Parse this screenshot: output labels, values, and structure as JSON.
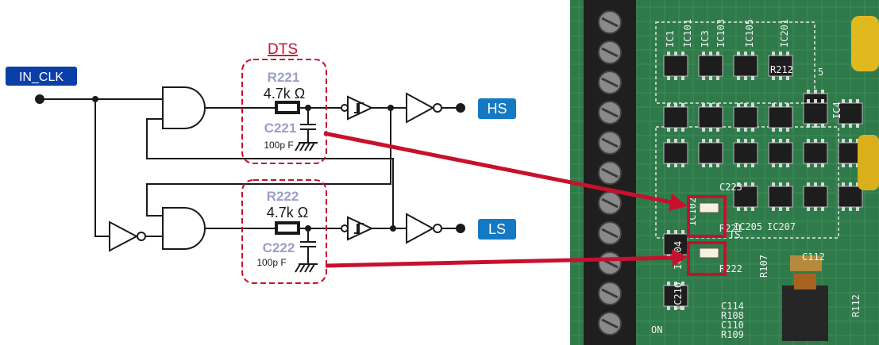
{
  "labels": {
    "input": "IN_CLK",
    "dts": "DTS",
    "out_high": "HS",
    "out_low": "LS"
  },
  "top_rc": {
    "resistor_ref": "R221",
    "resistor_value": "4.7k Ω",
    "capacitor_ref": "C221",
    "capacitor_value": "100p F"
  },
  "bottom_rc": {
    "resistor_ref": "R222",
    "resistor_value": "4.7k Ω",
    "capacitor_ref": "C222",
    "capacitor_value": "100p F"
  },
  "pcb": {
    "silkscreen": [
      "IC1",
      "IC101",
      "IC3",
      "IC103",
      "IC105",
      "R212",
      "IC201",
      "5",
      "IC4",
      "C223",
      "IC102",
      "R221",
      "IC205",
      "IC207",
      "TS",
      "IC204",
      "R222",
      "R107",
      "C112",
      "IC210",
      "C114",
      "R108",
      "C110",
      "R109",
      "ON",
      "R112"
    ]
  },
  "colors": {
    "tag_fill": "#0a5fae",
    "highlight": "#c8102e",
    "pcb_green": "#2f7a4a"
  }
}
